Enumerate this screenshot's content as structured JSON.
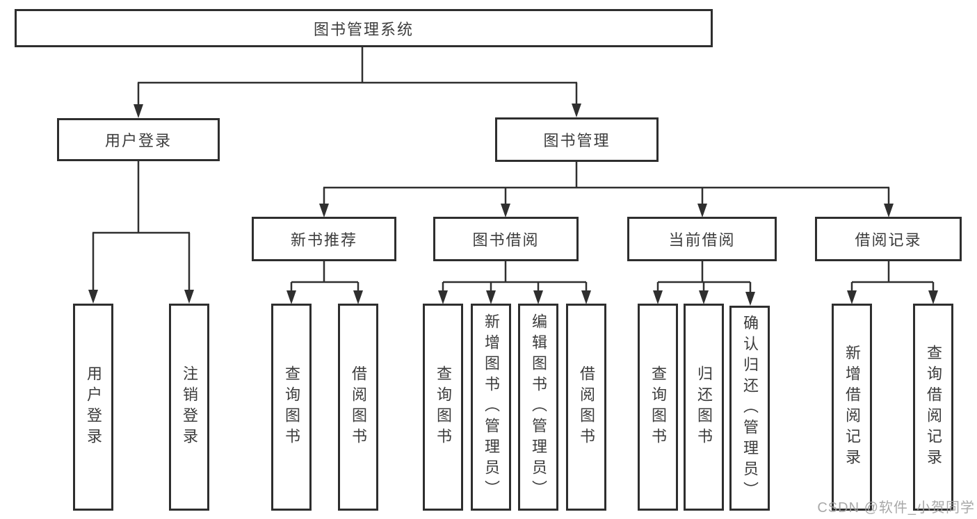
{
  "tree": {
    "label": "图书管理系统",
    "children": [
      {
        "label": "用户登录",
        "children": [
          {
            "label": "用户登录"
          },
          {
            "label": "注销登录"
          }
        ]
      },
      {
        "label": "图书管理",
        "children": [
          {
            "label": "新书推荐",
            "children": [
              {
                "label": "查询图书"
              },
              {
                "label": "借阅图书"
              }
            ]
          },
          {
            "label": "图书借阅",
            "children": [
              {
                "label": "查询图书"
              },
              {
                "label": "新增图书（管理员）"
              },
              {
                "label": "编辑图书（管理员）"
              },
              {
                "label": "借阅图书"
              }
            ]
          },
          {
            "label": "当前借阅",
            "children": [
              {
                "label": "查询图书"
              },
              {
                "label": "归还图书"
              },
              {
                "label": "确认归还（管理员）"
              }
            ]
          },
          {
            "label": "借阅记录",
            "children": [
              {
                "label": "新增借阅记录"
              },
              {
                "label": "查询借阅记录"
              }
            ]
          }
        ]
      }
    ]
  },
  "watermark": {
    "text": "CSDN @软件_小贺同学"
  },
  "colors": {
    "line": "#2f2f2f",
    "border": "#2e2e2e",
    "text": "#3c3c3c",
    "watermark": "#9e9e9e",
    "background": "#ffffff"
  }
}
